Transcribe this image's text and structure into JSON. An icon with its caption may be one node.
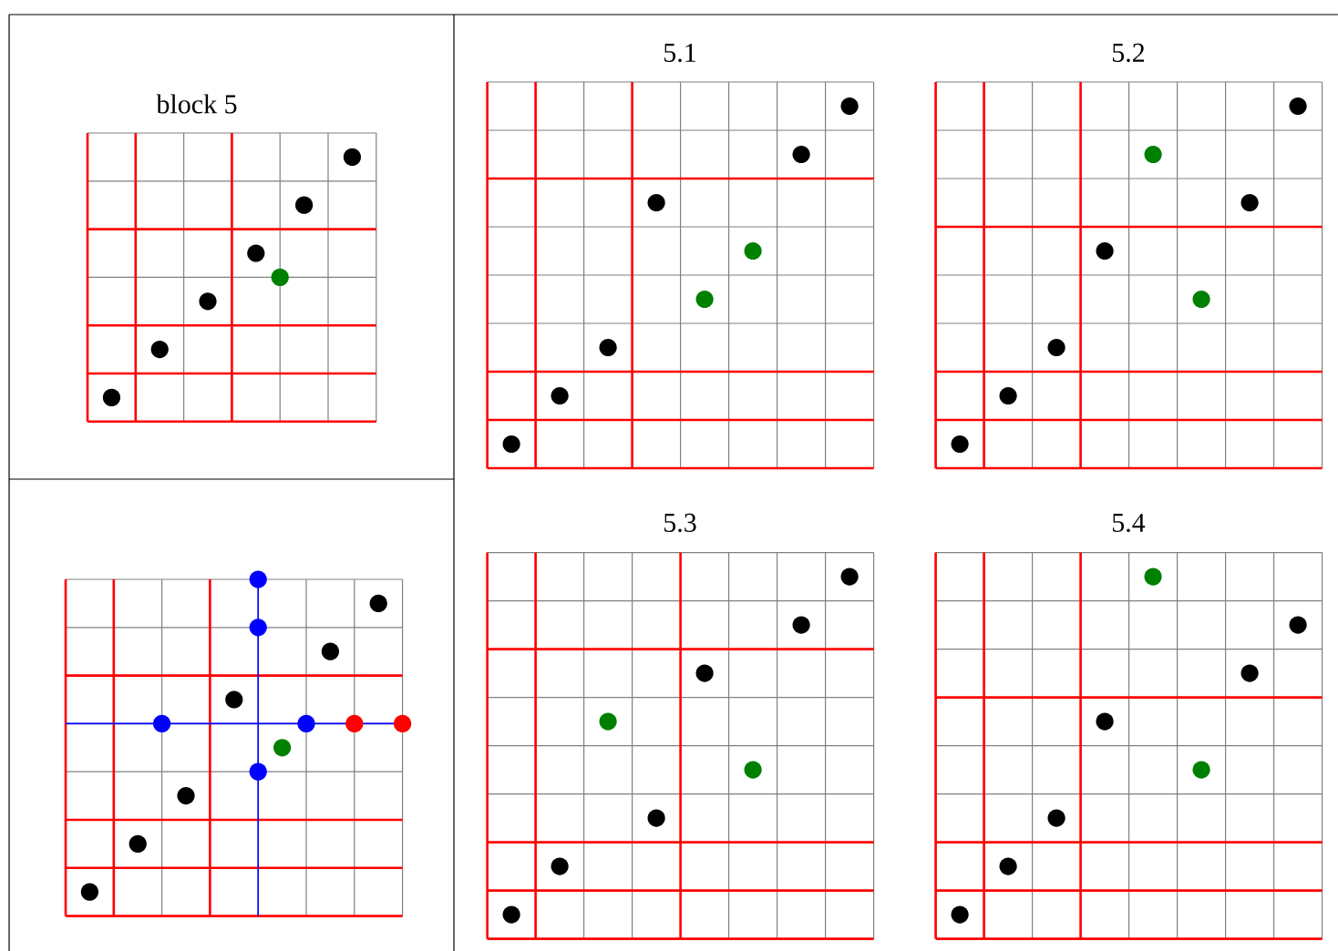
{
  "diagram": {
    "labels": [
      "block 5",
      "5.1",
      "5.2",
      "5.3",
      "5.4"
    ]
  }
}
